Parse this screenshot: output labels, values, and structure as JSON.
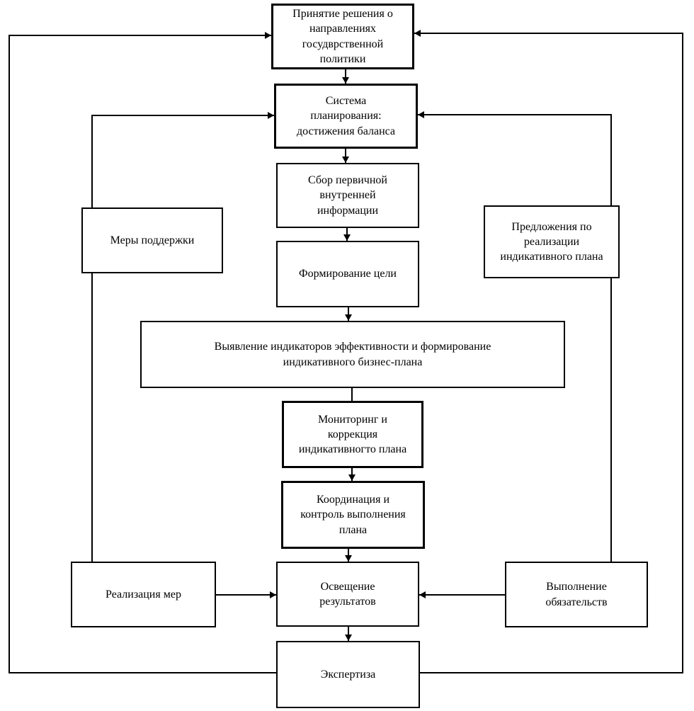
{
  "diagram": {
    "title": "Indicative planning flowchart",
    "background_color": "#ffffff",
    "line_color": "#000000",
    "nodes": {
      "decision": {
        "label": "Принятие решения о\nнаправлениях\nгосудврственной\nполитики"
      },
      "sistema": {
        "label": "Система\nпланирования:\nдостижения баланса"
      },
      "sbor": {
        "label": "Сбор первичной\nвнутренней\nинформации"
      },
      "formirovanie": {
        "label": "Формирование цели"
      },
      "wide": {
        "label": "Выявление индикаторов эффективности и формирование\nиндикативного бизнес-плана"
      },
      "monitoring": {
        "label": "Мониторинг и\nкоррекция\nиндикативногто плана"
      },
      "koordinatsia": {
        "label": "Координация и\nконтроль  выполнения\nплана"
      },
      "osveshenie": {
        "label": "Освещение\nрезультатов"
      },
      "ekspertiza": {
        "label": "Экспертиза"
      },
      "mery": {
        "label": "Меры поддержки"
      },
      "predlozhenia": {
        "label": "Предложения по\nреализации\nиндикативного плана"
      },
      "realizatsia": {
        "label": "Реализация мер"
      },
      "vypolnenie": {
        "label": "Выполнение\nобязательств"
      }
    },
    "edges": [
      {
        "from": "decision",
        "to": "sistema",
        "type": "arrow"
      },
      {
        "from": "sistema",
        "to": "sbor",
        "type": "arrow"
      },
      {
        "from": "sbor",
        "to": "formirovanie",
        "type": "arrow"
      },
      {
        "from": "formirovanie",
        "to": "wide",
        "type": "arrow"
      },
      {
        "from": "wide",
        "to": "monitoring",
        "type": "line"
      },
      {
        "from": "monitoring",
        "to": "koordinatsia",
        "type": "arrow"
      },
      {
        "from": "koordinatsia",
        "to": "osveshenie",
        "type": "arrow"
      },
      {
        "from": "osveshenie",
        "to": "ekspertiza",
        "type": "arrow"
      },
      {
        "from": "ekspertiza",
        "to": "decision",
        "type": "arrow",
        "via": "outer-left-loop"
      },
      {
        "from": "ekspertiza",
        "to": "decision",
        "type": "arrow",
        "via": "outer-right-loop"
      },
      {
        "from": "mery",
        "to": "sistema",
        "type": "arrow"
      },
      {
        "from": "realizatsia",
        "to": "mery",
        "type": "line"
      },
      {
        "from": "predlozhenia",
        "to": "sistema",
        "type": "arrow"
      },
      {
        "from": "vypolnenie",
        "to": "predlozhenia",
        "type": "line"
      },
      {
        "from": "realizatsia",
        "to": "osveshenie",
        "type": "arrow"
      },
      {
        "from": "vypolnenie",
        "to": "osveshenie",
        "type": "arrow"
      }
    ]
  }
}
